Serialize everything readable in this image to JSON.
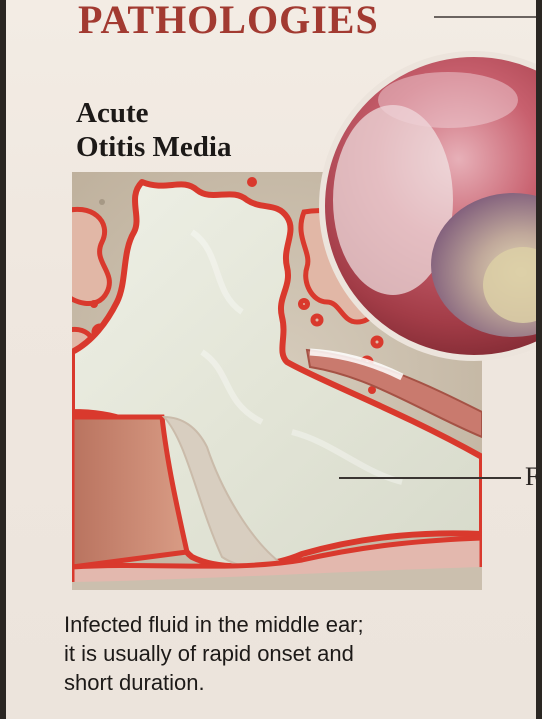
{
  "header": {
    "title": "PATHOLOGIES"
  },
  "section": {
    "title_line1": "Acute",
    "title_line2": "Otitis Media"
  },
  "illustration": {
    "label": "F",
    "colors": {
      "fluid": "#e3e4d6",
      "inflamed_border": "#d9392d",
      "bone": "#cbbfae",
      "canal": "#c98a7a",
      "eardrum_highlight": "#d8cdbf"
    }
  },
  "otoscope_photo": {
    "colors": {
      "tissue": "#b24a55",
      "bulging_membrane": "#8b6a8a",
      "effusion": "#d9cfa8"
    }
  },
  "caption": {
    "line1": "Infected fluid in the middle ear;",
    "line2": "it is usually of rapid onset and",
    "line3": "short duration."
  }
}
